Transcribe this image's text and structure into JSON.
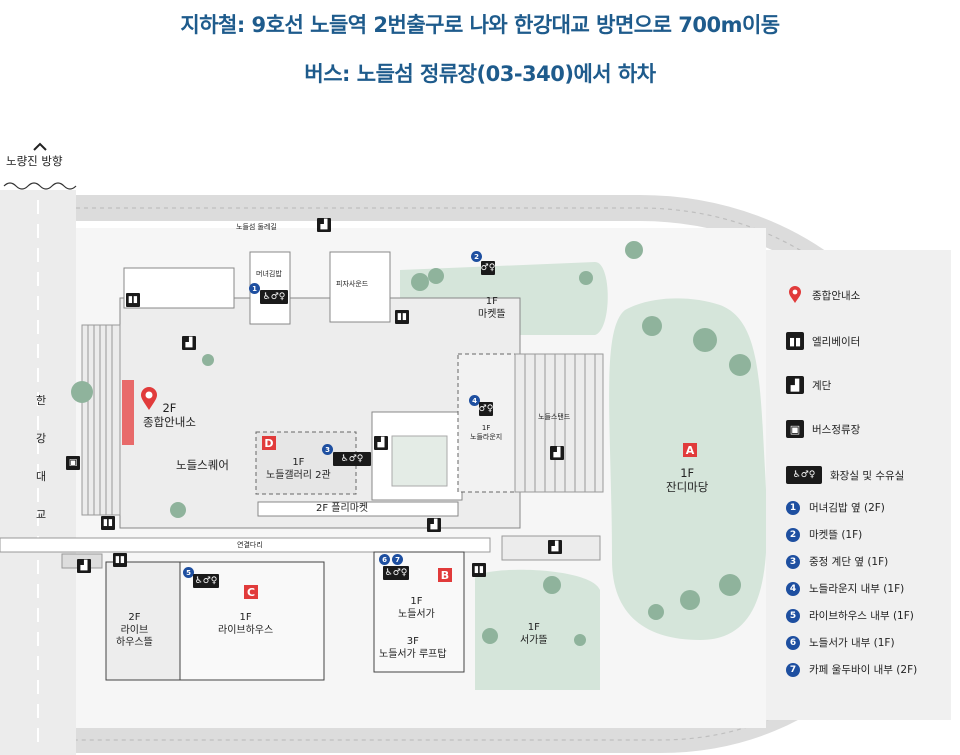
{
  "header": {
    "subway": "지하철: 9호선 노들역 2번출구로 나와 한강대교 방면으로 700m이동",
    "bus": "버스: 노들섬 정류장(03-340)에서 하차"
  },
  "direction": "노량진 방향",
  "bridge": [
    "한",
    "강",
    "대",
    "교"
  ],
  "dulle_gil": "노들섬 둘레길",
  "places": {
    "info_center": "2F\n종합안내소",
    "square": "노들스퀘어",
    "minyeo": "머녀김밥",
    "pizza": "피자사운드",
    "market": "1F\n마켓뜰",
    "lounge": "1F\n노들라운지",
    "stand": "노들스탠드",
    "gallery": "1F\n노들갤러리 2관",
    "flea": "2F 플리마켓",
    "bridge_link": "연결다리",
    "live_2f": "2F\n라이브\n하우스뜰",
    "live_1f": "1F\n라이브하우스",
    "bookstore_1f": "1F\n노들서가",
    "bookstore_3f": "3F\n노들서가 루프탑",
    "bookyard": "1F\n서가뜰",
    "lawn": "1F\n잔디마당"
  },
  "zones": {
    "A": "A",
    "B": "B",
    "C": "C",
    "D": "D"
  },
  "markers": {
    "m1": "1",
    "m2": "2",
    "m3": "3",
    "m4": "4",
    "m5": "5",
    "m6": "6",
    "m7": "7"
  },
  "legend": {
    "info": {
      "icon": "map-pin-icon",
      "label": "종합안내소"
    },
    "elevator": {
      "icon": "elevator-icon",
      "label": "엘리베이터"
    },
    "stairs": {
      "icon": "stairs-icon",
      "label": "계단"
    },
    "bus": {
      "icon": "bus-icon",
      "label": "버스정류장"
    },
    "restroom": {
      "icon": "restroom-icon",
      "label": "화장실 및 수유실"
    },
    "items": [
      {
        "num": "1",
        "label": "머녀김밥 옆 (2F)"
      },
      {
        "num": "2",
        "label": "마켓뜰 (1F)"
      },
      {
        "num": "3",
        "label": "중정 계단 옆 (1F)"
      },
      {
        "num": "4",
        "label": "노들라운지 내부 (1F)"
      },
      {
        "num": "5",
        "label": "라이브하우스 내부 (1F)"
      },
      {
        "num": "6",
        "label": "노들서가 내부 (1F)"
      },
      {
        "num": "7",
        "label": "카페 울두바이 내부 (2F)"
      }
    ]
  },
  "colors": {
    "header": "#1e5b8c",
    "green": "#d7e6dc",
    "pin": "#e13b3b",
    "marker": "#1e4fa0"
  }
}
